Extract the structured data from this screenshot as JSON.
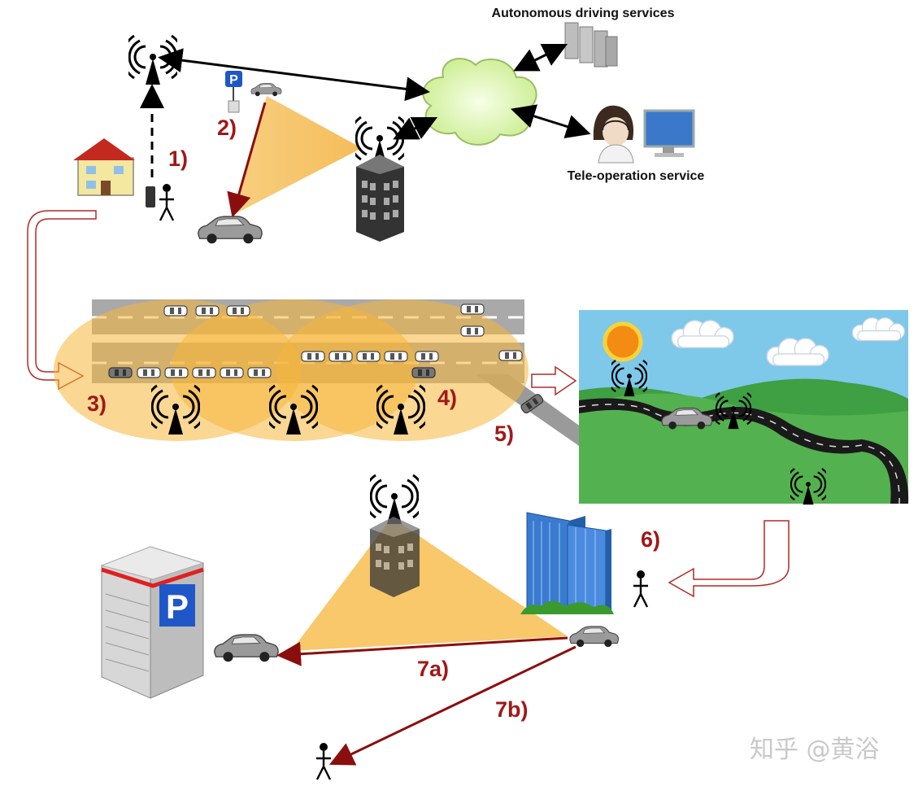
{
  "services": {
    "autonomous_label": "Autonomous driving services",
    "teleop_label": "Tele-operation service"
  },
  "steps": {
    "s1": "1)",
    "s2": "2)",
    "s3": "3)",
    "s4": "4)",
    "s5": "5)",
    "s6": "6)",
    "s7a": "7a)",
    "s7b": "7b)"
  },
  "signs": {
    "parking_small": "P",
    "parking_garage": "P"
  },
  "watermark": "知乎 @黄浴",
  "colors": {
    "step_red": "#a01818",
    "coverage_orange": "#f5b63a",
    "cloud_green": "#d9f3a8",
    "sky_blue": "#7ec8ea",
    "grass_green": "#3e9f43",
    "parking_blue": "#1f57c8"
  }
}
